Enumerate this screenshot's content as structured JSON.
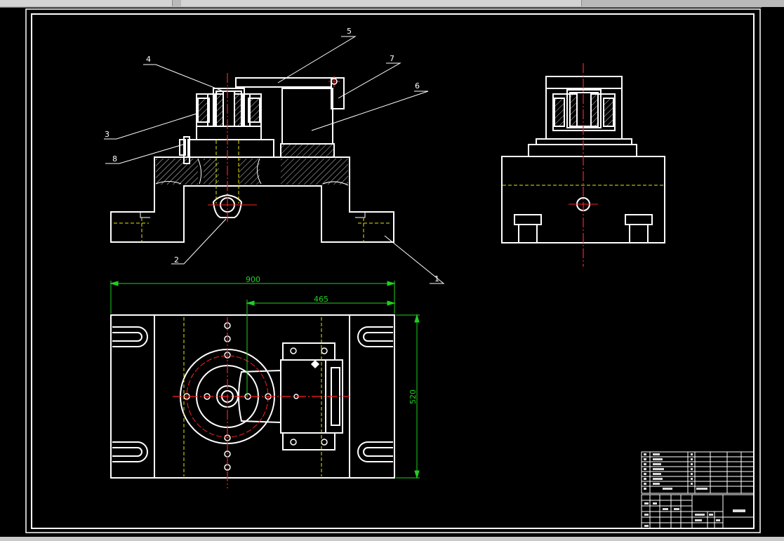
{
  "balloons": {
    "b1": "1",
    "b2": "2",
    "b3": "3",
    "b4": "4",
    "b5": "5",
    "b6": "6",
    "b7": "7",
    "b8": "8"
  },
  "dimensions": {
    "overall_width": "900",
    "partial_width": "465",
    "height": "520"
  },
  "colors": {
    "background": "#000000",
    "outline": "#ffffff",
    "centerline": "#ff2020",
    "hidden": "#e6e600",
    "dimension": "#20d020"
  }
}
